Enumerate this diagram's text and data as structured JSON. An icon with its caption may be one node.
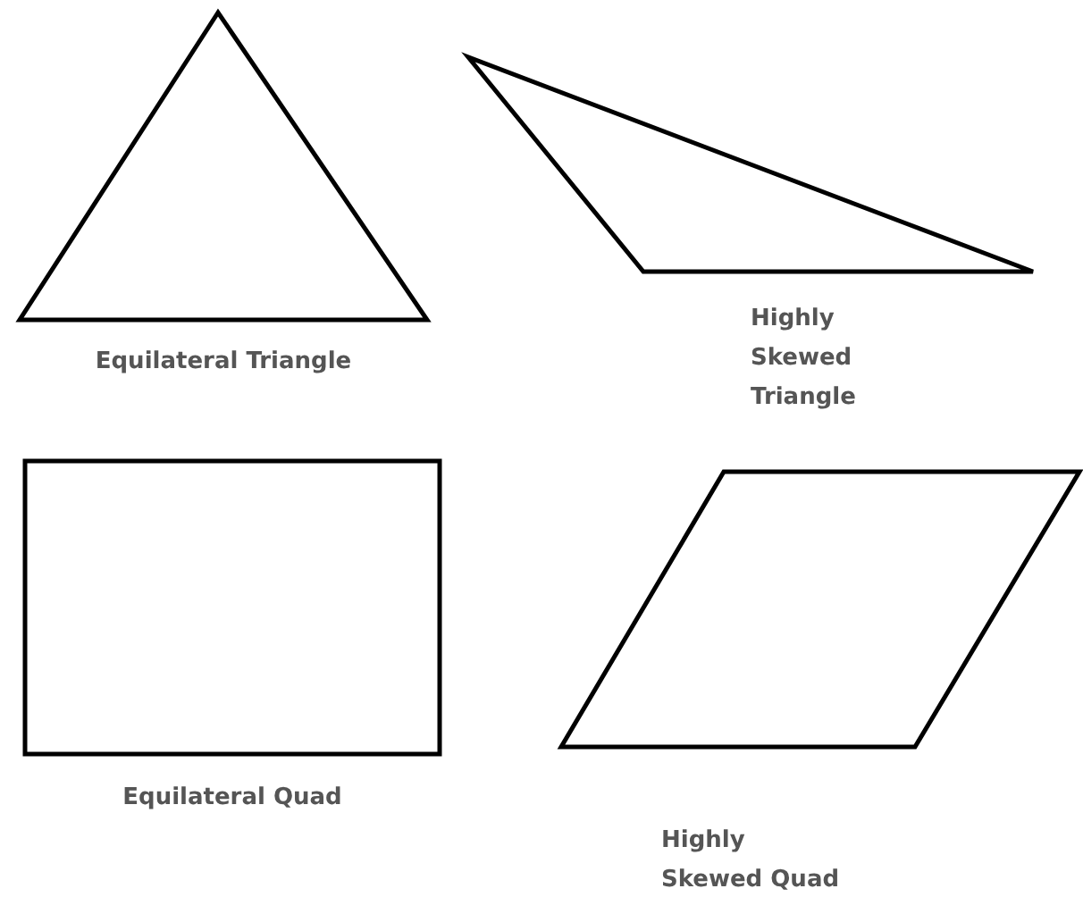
{
  "diagram": {
    "labels": [
      "Equilateral Triangle",
      "Highly Skewed Triangle",
      "Equilateral Quad",
      "Highly Skewed Quad"
    ]
  }
}
